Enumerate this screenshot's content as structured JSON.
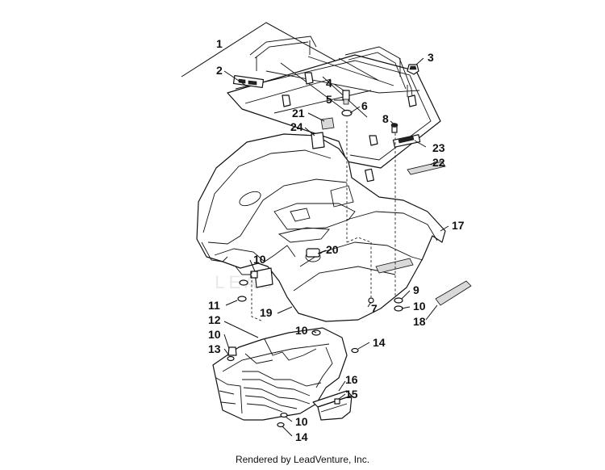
{
  "callouts": [
    {
      "id": "1",
      "label": "1"
    },
    {
      "id": "2",
      "label": "2"
    },
    {
      "id": "3",
      "label": "3"
    },
    {
      "id": "4",
      "label": "4"
    },
    {
      "id": "5",
      "label": "5"
    },
    {
      "id": "6",
      "label": "6"
    },
    {
      "id": "8",
      "label": "8"
    },
    {
      "id": "21",
      "label": "21"
    },
    {
      "id": "24",
      "label": "24"
    },
    {
      "id": "23",
      "label": "23"
    },
    {
      "id": "22",
      "label": "22"
    },
    {
      "id": "17",
      "label": "17"
    },
    {
      "id": "20",
      "label": "20"
    },
    {
      "id": "10a",
      "label": "10"
    },
    {
      "id": "9",
      "label": "9"
    },
    {
      "id": "10b",
      "label": "10"
    },
    {
      "id": "11",
      "label": "11"
    },
    {
      "id": "7",
      "label": "7"
    },
    {
      "id": "19",
      "label": "19"
    },
    {
      "id": "18",
      "label": "18"
    },
    {
      "id": "12",
      "label": "12"
    },
    {
      "id": "10c",
      "label": "10"
    },
    {
      "id": "10d",
      "label": "10"
    },
    {
      "id": "14a",
      "label": "14"
    },
    {
      "id": "13",
      "label": "13"
    },
    {
      "id": "16",
      "label": "16"
    },
    {
      "id": "15",
      "label": "15"
    },
    {
      "id": "10e",
      "label": "10"
    },
    {
      "id": "14b",
      "label": "14"
    }
  ],
  "watermark": "LEADVENTURE",
  "footer": "Rendered by LeadVenture, Inc."
}
